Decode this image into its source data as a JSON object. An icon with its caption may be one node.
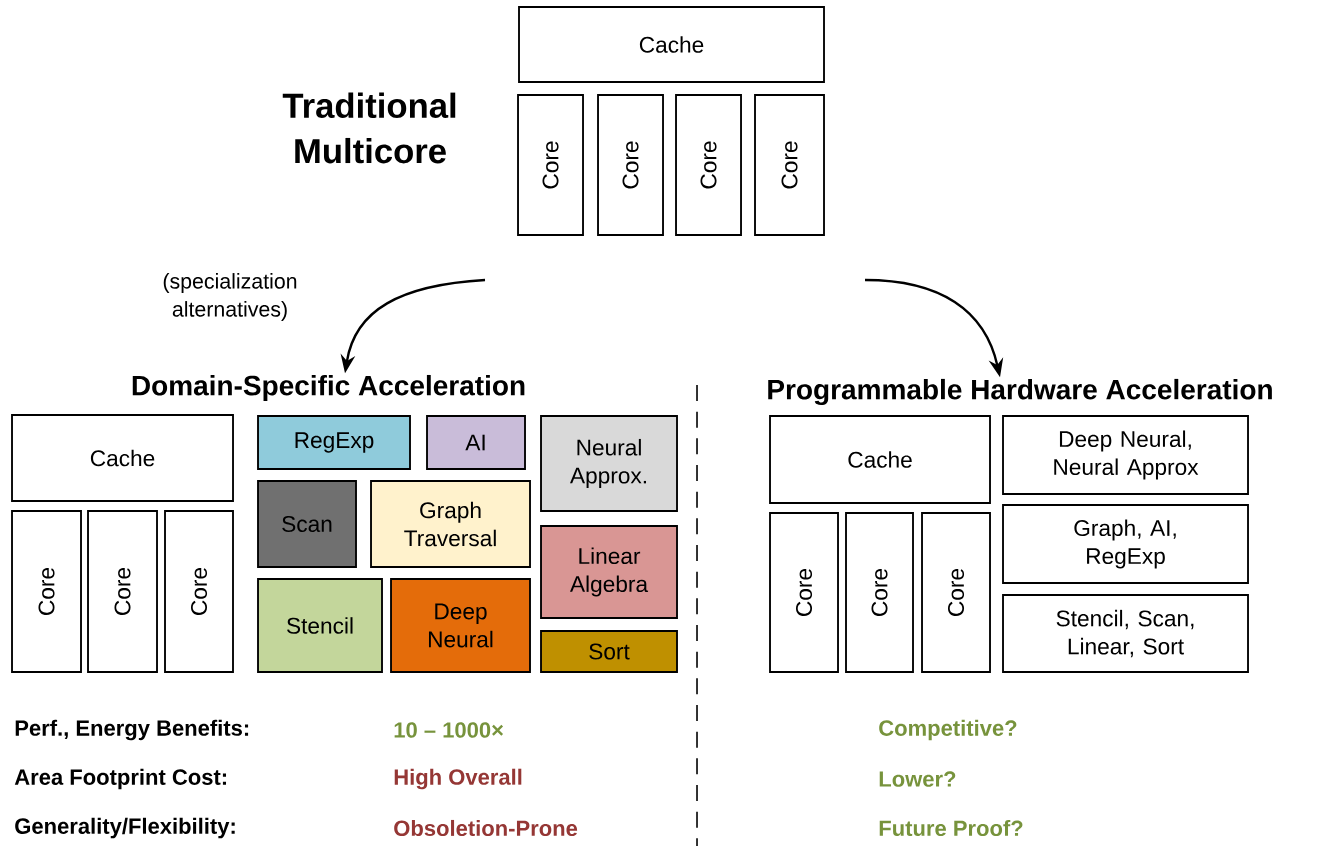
{
  "diagram": {
    "nodes": [
      {
        "text": [
          "Cache"
        ]
      },
      {
        "text": [
          "Core"
        ]
      },
      {
        "text": [
          "Core"
        ]
      },
      {
        "text": [
          "Core"
        ]
      },
      {
        "text": [
          "Core"
        ]
      },
      {
        "text": [
          "Domain-Specific Acceleration"
        ]
      },
      {
        "text": [
          "Programmable Hardware Acceleration"
        ]
      },
      {
        "text": [
          "Cache"
        ]
      },
      {
        "text": [
          "Core"
        ]
      },
      {
        "text": [
          "Core"
        ]
      },
      {
        "text": [
          "Core"
        ]
      },
      {
        "text": [
          "RegExp"
        ]
      },
      {
        "text": [
          "AI"
        ]
      },
      {
        "text": [
          "Neural Approx."
        ]
      },
      {
        "text": [
          "Scan"
        ]
      },
      {
        "text": [
          "Graph Traversal"
        ]
      },
      {
        "text": [
          "Linear Algebra"
        ]
      },
      {
        "text": [
          "Stencil"
        ]
      },
      {
        "text": [
          "Deep Neural"
        ]
      },
      {
        "text": [
          "Sort"
        ]
      },
      {
        "text": [
          "Cache"
        ]
      },
      {
        "text": [
          "Core"
        ]
      },
      {
        "text": [
          "Core"
        ]
      },
      {
        "text": [
          "Core"
        ]
      },
      {
        "text": [
          "Deep Neural, Neural Approx"
        ]
      },
      {
        "text": [
          "Graph, AI, RegExp"
        ]
      },
      {
        "text": [
          "Stencil, Scan, Linear, Sort"
        ]
      }
    ],
    "edges": [
      {
        "from": null,
        "to": 5,
        "arrow": "to",
        "label": "(specialization alternatives)"
      },
      {
        "from": null,
        "to": 6,
        "arrow": "to"
      }
    ],
    "labels": [
      "Traditional Multicore",
      "Perf., Energy Benefits:",
      "10 – 1000×",
      "Competitive?",
      "Area Footprint Cost:",
      "High Overall",
      "Lower?",
      "Generality/Flexibility:",
      "Obsoletion-Prone",
      "Future Proof?"
    ]
  }
}
